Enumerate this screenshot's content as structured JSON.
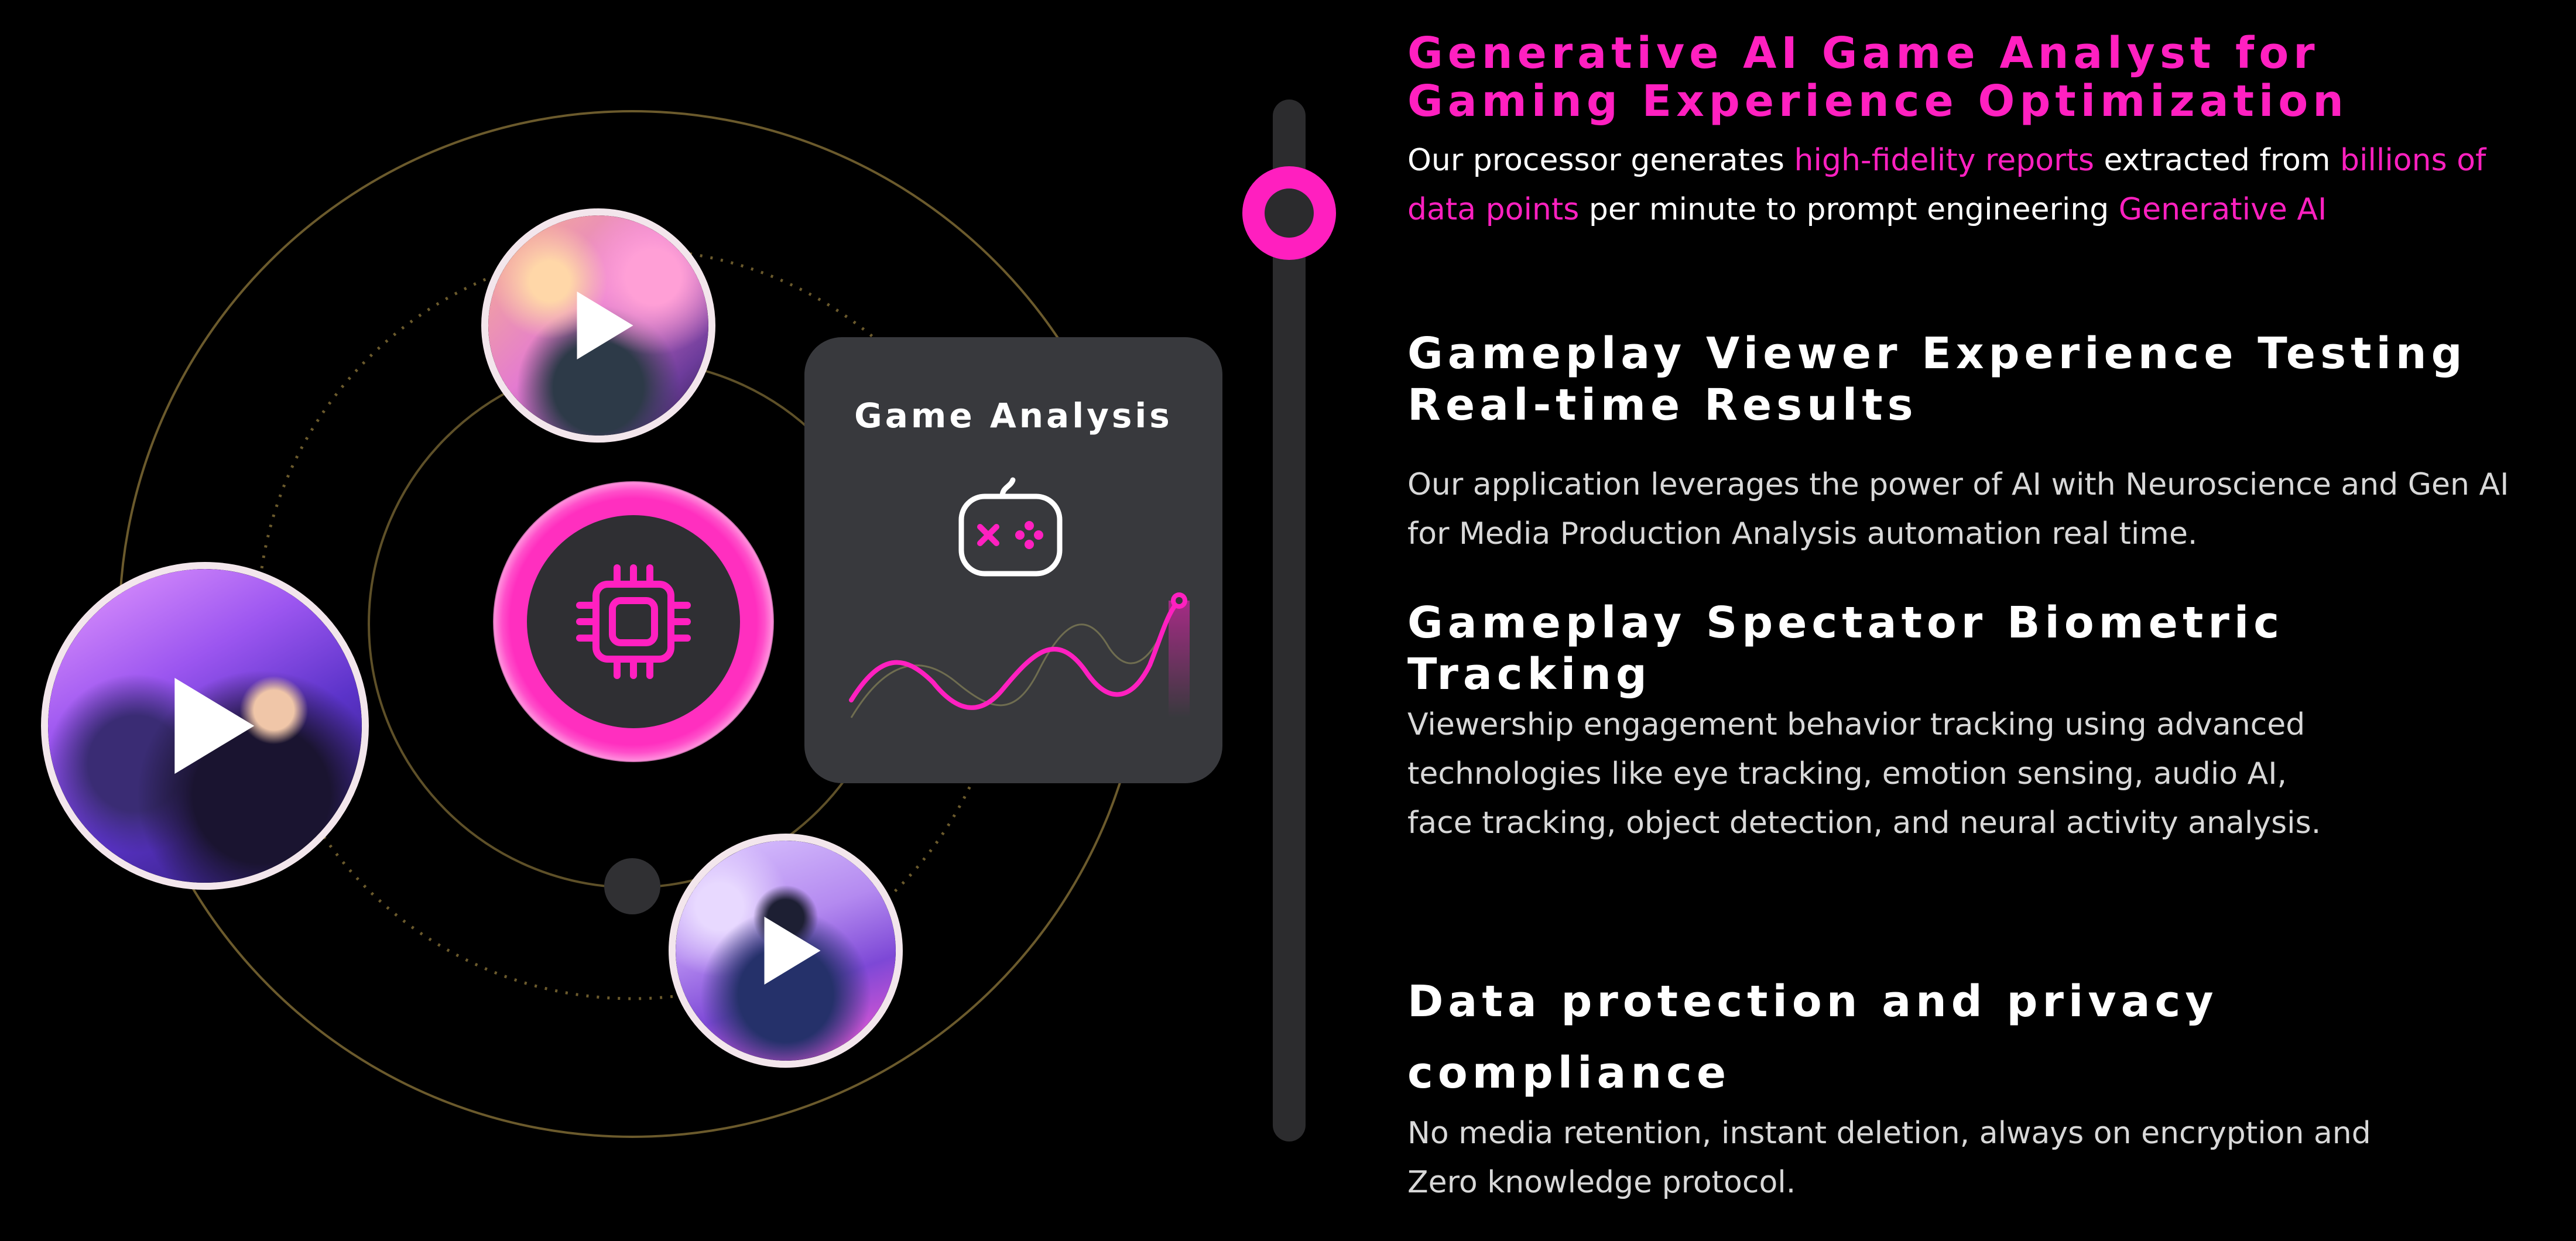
{
  "illustration": {
    "card": {
      "title": "Game Analysis"
    },
    "icons": {
      "chip": "cpu-chip-icon",
      "gamepad": "gamepad-icon",
      "play": "play-icon"
    },
    "colors": {
      "accent": "#ff20c0",
      "card_bg": "#38393d",
      "orbit": "#6b5a2c"
    }
  },
  "sections": [
    {
      "title": "Generative AI Game Analyst for Gaming Experience Optimization",
      "text_a": "Our processor generates ",
      "highlight_1": "high-fidelity reports",
      "text_b": " extracted from ",
      "highlight_2": "billions of data points",
      "text_c": " per minute to prompt engineering ",
      "highlight_3": "Generative AI"
    },
    {
      "title": "Gameplay Viewer Experience Testing Real-time Results",
      "body": "Our application leverages the power of AI with Neuroscience and Gen AI for Media Production Analysis automation real time."
    },
    {
      "title": "Gameplay Spectator Biometric Tracking",
      "body": "Viewership engagement behavior tracking using advanced technologies like eye tracking, emotion sensing, audio AI, face tracking, object detection, and neural activity analysis."
    },
    {
      "title": "Data protection and privacy compliance",
      "body": "No media retention, instant deletion, always on encryption and Zero knowledge protocol."
    }
  ]
}
